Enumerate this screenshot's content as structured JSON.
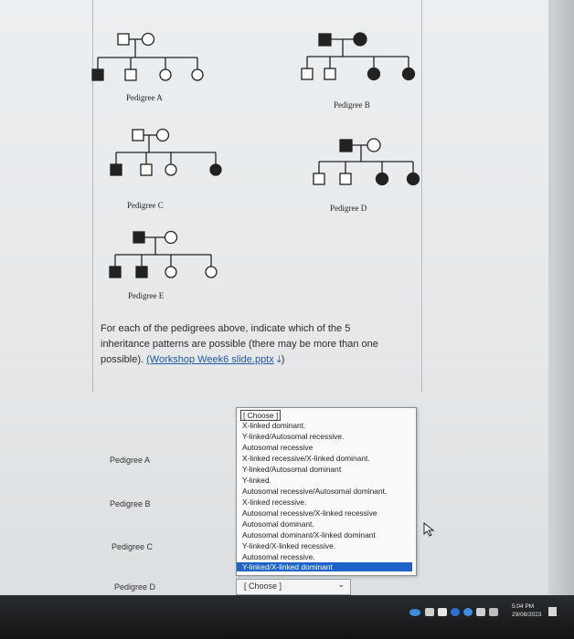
{
  "pedigrees": [
    {
      "name": "Pedigree A"
    },
    {
      "name": "Pedigree B"
    },
    {
      "name": "Pedigree C"
    },
    {
      "name": "Pedigree D"
    },
    {
      "name": "Pedigree E"
    }
  ],
  "question": {
    "text": "For each of the pedigrees above, indicate which of the 5 inheritance patterns are possible (there may be more than one possible).",
    "link_text": "(Workshop Week6 slide.pptx",
    "link_suffix": ")"
  },
  "rows": [
    {
      "label": "Pedigree A"
    },
    {
      "label": "Pedigree B"
    },
    {
      "label": "Pedigree C"
    },
    {
      "label": "Pedigree D"
    }
  ],
  "dropdown": {
    "options": [
      "[ Choose ]",
      "X-linked dominant.",
      "Y-linked/Autosomal recessive.",
      "Autosomal recessive",
      "X-linked recessive/X-linked dominant.",
      "Y-linked/Autosomal dominant",
      "Y-linked.",
      "Autosomal recessive/Autosomal dominant.",
      "X-linked recessive.",
      "Autosomal recessive/X-linked recessive",
      "Autosomal dominant.",
      "Autosomal dominant/X-linked dominant",
      "Y-linked/X-linked recessive.",
      "Autosomal recessive.",
      "Y-linked/X-linked dominant"
    ],
    "selected": "Y-linked/X-linked dominant",
    "closed_value": "[ Choose ]"
  },
  "taskbar": {
    "time": "5:04 PM",
    "date": "29/08/2023"
  },
  "colors": {
    "link": "#2357a8",
    "selected_bg": "#1e63c9"
  }
}
